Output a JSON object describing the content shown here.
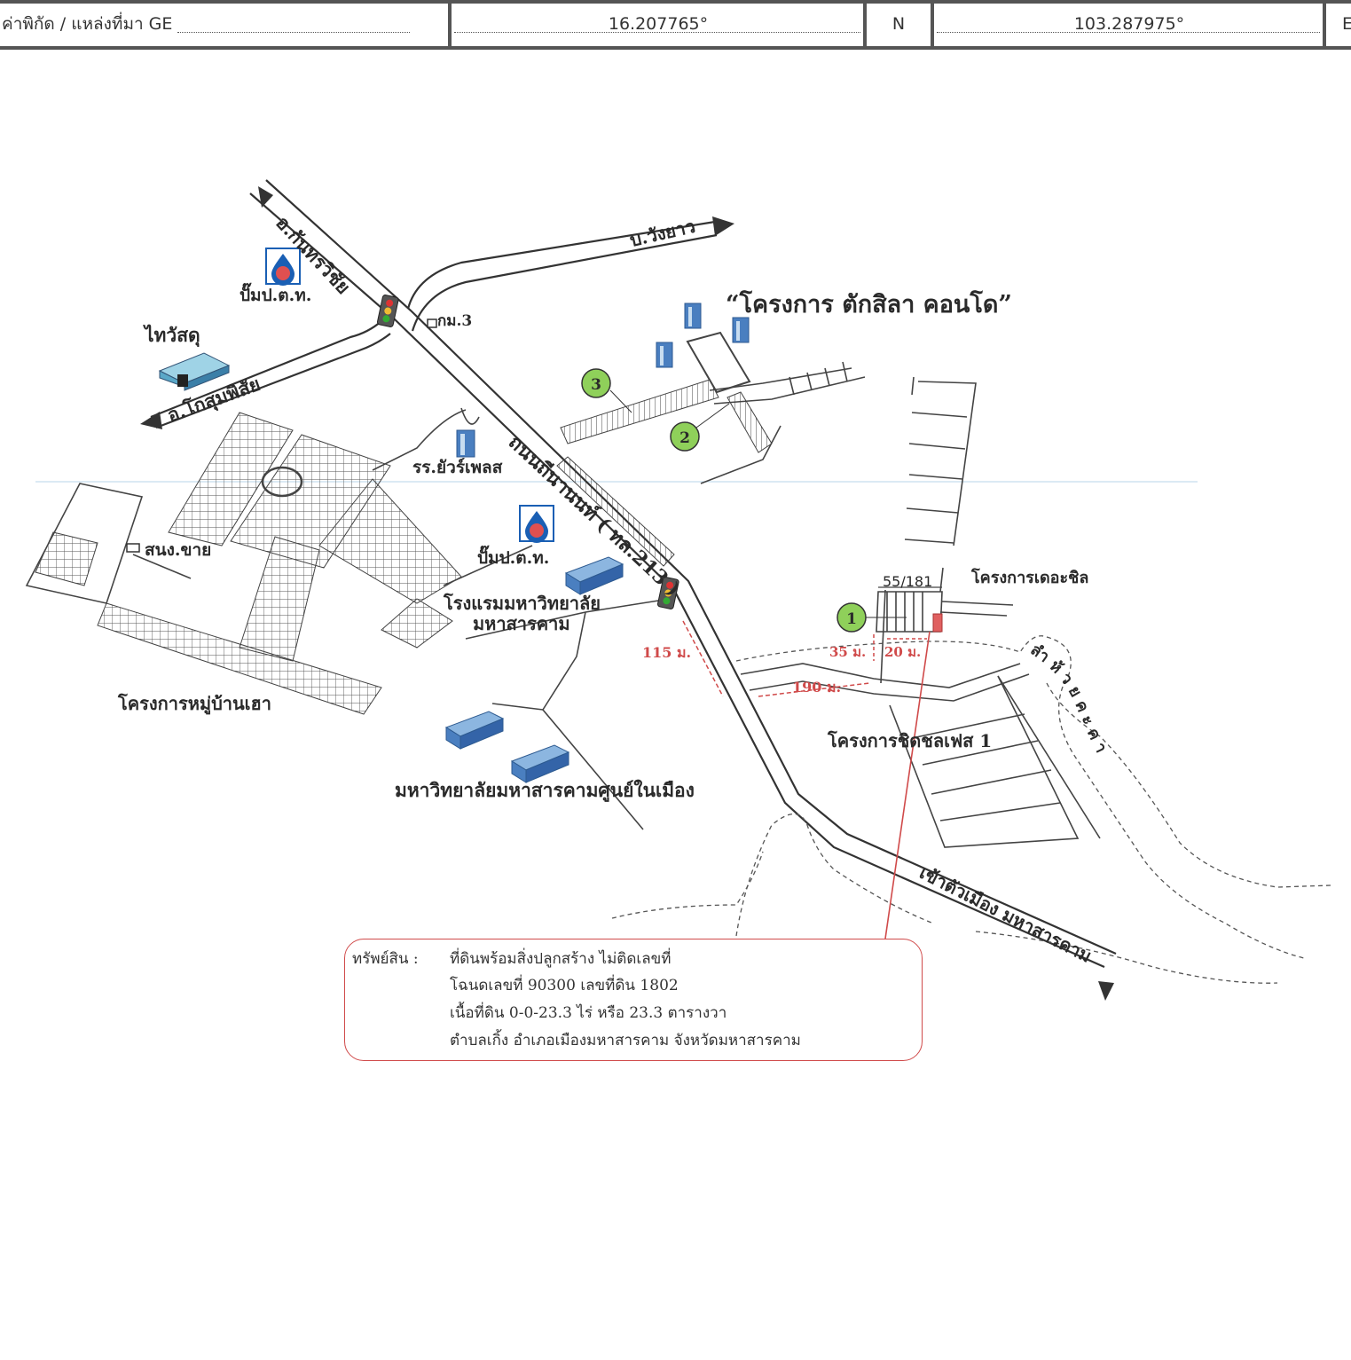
{
  "header": {
    "source_label": "ค่าพิกัด / แหล่งที่มา  GE",
    "latitude": "16.207765°",
    "lat_hemisphere": "N",
    "longitude": "103.287975°",
    "lon_hemisphere": "E"
  },
  "map": {
    "project_title": "“โครงการ ตักสิลา คอนโด”",
    "roads": {
      "to_kantharawichai": "อ.กันทรวิชัย",
      "to_bang_wang_yao": "บ.วังยาว",
      "to_kosum_phisai": "อ.โกสุมพิสัย",
      "main_road": "ถนนถีนานนท์ ( ทล.213 )",
      "to_city": "เข้าตัวเมือง มหาสารคาม",
      "stream": "ลำ ห้ ว ย ค ะ ค า"
    },
    "landmarks": {
      "ptt_pump_1": "ปั๊มป.ต.ท.",
      "ptt_pump_2": "ปั๊มป.ต.ท.",
      "thai_watsadu": "ไทวัสดุ",
      "highway_dept": "กม.3",
      "school": "รร.ยัวร์เพลส",
      "snong_chai": "สนง.ขาย",
      "hotel_line1": "โรงแรมมหาวิทยาลัย",
      "hotel_line2": "มหาสารคาม",
      "village_project": "โครงการหมู่บ้านเฮา",
      "university": "มหาวิทยาลัยมหาสารคามศูนย์ในเมือง",
      "the_chill": "โครงการเดอะชิล",
      "ched_phase": "โครงการชิดชลเฟส 1",
      "plot_number": "55/181"
    },
    "markers": [
      "1",
      "2",
      "3"
    ],
    "distances": {
      "d115": "115 ม.",
      "d35": "35 ม.",
      "d20": "20 ม.",
      "d190": "190 ม."
    }
  },
  "asset_box": {
    "label": "ทรัพย์สิน :",
    "line1": "ที่ดินพร้อมสิ่งปลูกสร้าง ไม่ติดเลขที่",
    "line2": "โฉนดเลขที่ 90300  เลขที่ดิน 1802",
    "line3": "เนื้อที่ดิน 0-0-23.3 ไร่  หรือ 23.3 ตารางวา",
    "line4": "ตำบลเกิ้ง  อำเภอเมืองมหาสารคาม จังหวัดมหาสารคาม"
  },
  "colors": {
    "accent_red": "#d04a4a",
    "marker_green": "#8fd05a",
    "ptt_blue": "#1a5fb4",
    "building_blue": "#4a7fc0"
  }
}
